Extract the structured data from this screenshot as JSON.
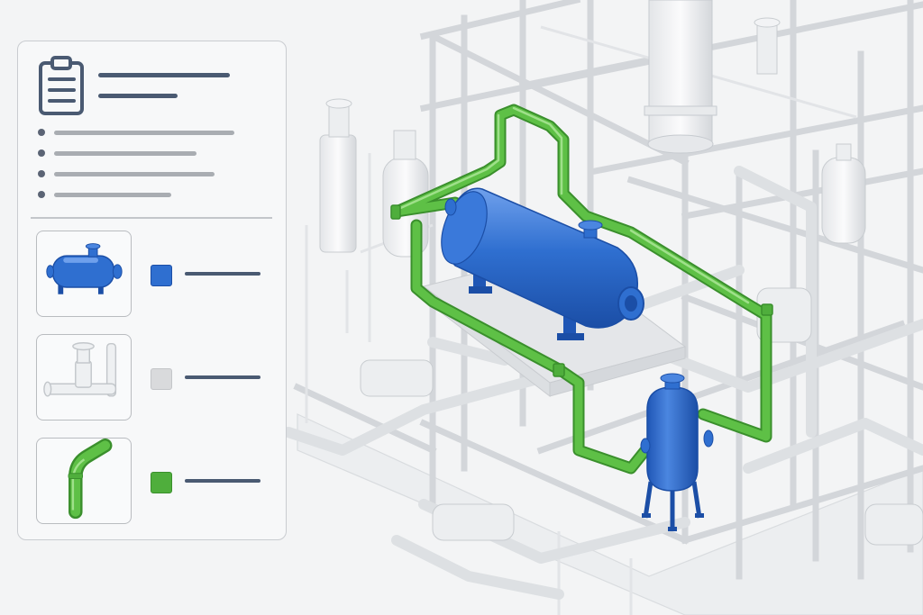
{
  "panel": {
    "header_icon": "clipboard-icon",
    "bullet_count": 4,
    "legend": [
      {
        "icon": "vessel-icon",
        "swatch_color": "#2f6fd0",
        "category": "equipment-highlighted"
      },
      {
        "icon": "valve-icon",
        "swatch_color": "#d9dadc",
        "category": "context-faded"
      },
      {
        "icon": "pipe-elbow-icon",
        "swatch_color": "#4fae3c",
        "category": "piping-highlighted"
      }
    ]
  },
  "colors": {
    "equipment": "#2f6fd0",
    "piping": "#4fae3c",
    "structure": "#d7dadd",
    "header_text": "#4a5a72"
  }
}
